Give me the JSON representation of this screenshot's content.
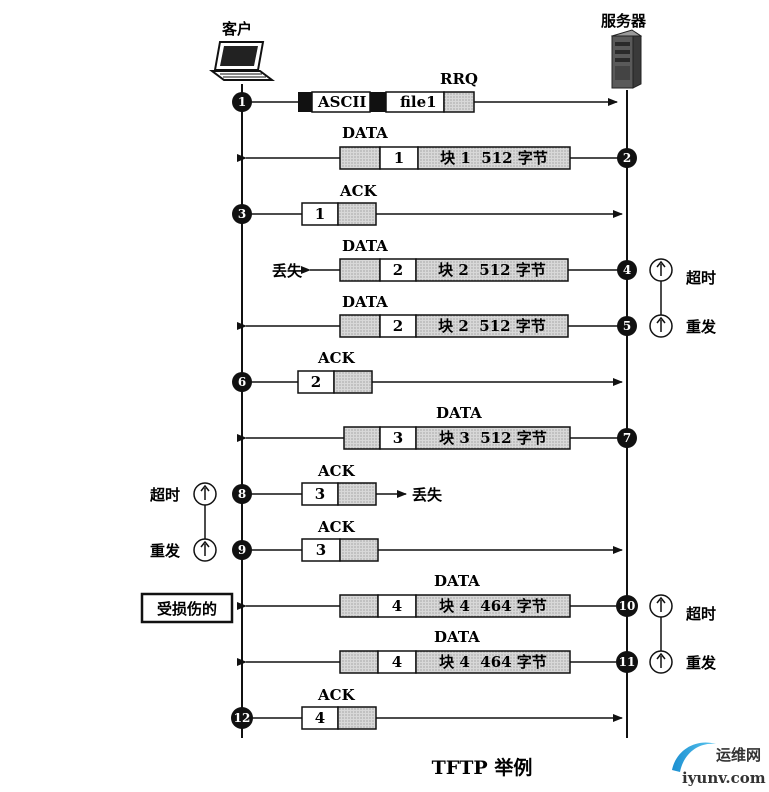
{
  "client": {
    "label": "客户"
  },
  "server": {
    "label": "服务器"
  },
  "steps": [
    "1",
    "2",
    "3",
    "4",
    "5",
    "6",
    "7",
    "8",
    "9",
    "10",
    "11",
    "12"
  ],
  "rrq": {
    "title": "RRQ",
    "mode": "ASCII",
    "file": "file1"
  },
  "messages": [
    {
      "title": "DATA",
      "num": "1",
      "payload": "块 1  512 字节"
    },
    {
      "title": "ACK",
      "num": "1"
    },
    {
      "title": "DATA",
      "num": "2",
      "payload": "块 2  512 字节"
    },
    {
      "title": "DATA",
      "num": "2",
      "payload": "块 2  512 字节"
    },
    {
      "title": "ACK",
      "num": "2"
    },
    {
      "title": "DATA",
      "num": "3",
      "payload": "块 3  512 字节"
    },
    {
      "title": "ACK",
      "num": "3"
    },
    {
      "title": "ACK",
      "num": "3"
    },
    {
      "title": "DATA",
      "num": "4",
      "payload": "块 4  464 字节"
    },
    {
      "title": "DATA",
      "num": "4",
      "payload": "块 4  464 字节"
    },
    {
      "title": "ACK",
      "num": "4"
    }
  ],
  "annotations": {
    "lost": "丢失",
    "timeout": "超时",
    "retransmit": "重发",
    "corrupted": "受损伤的"
  },
  "caption": "TFTP 举例",
  "watermark": {
    "cn": "运维网",
    "url": "iyunv.com"
  }
}
